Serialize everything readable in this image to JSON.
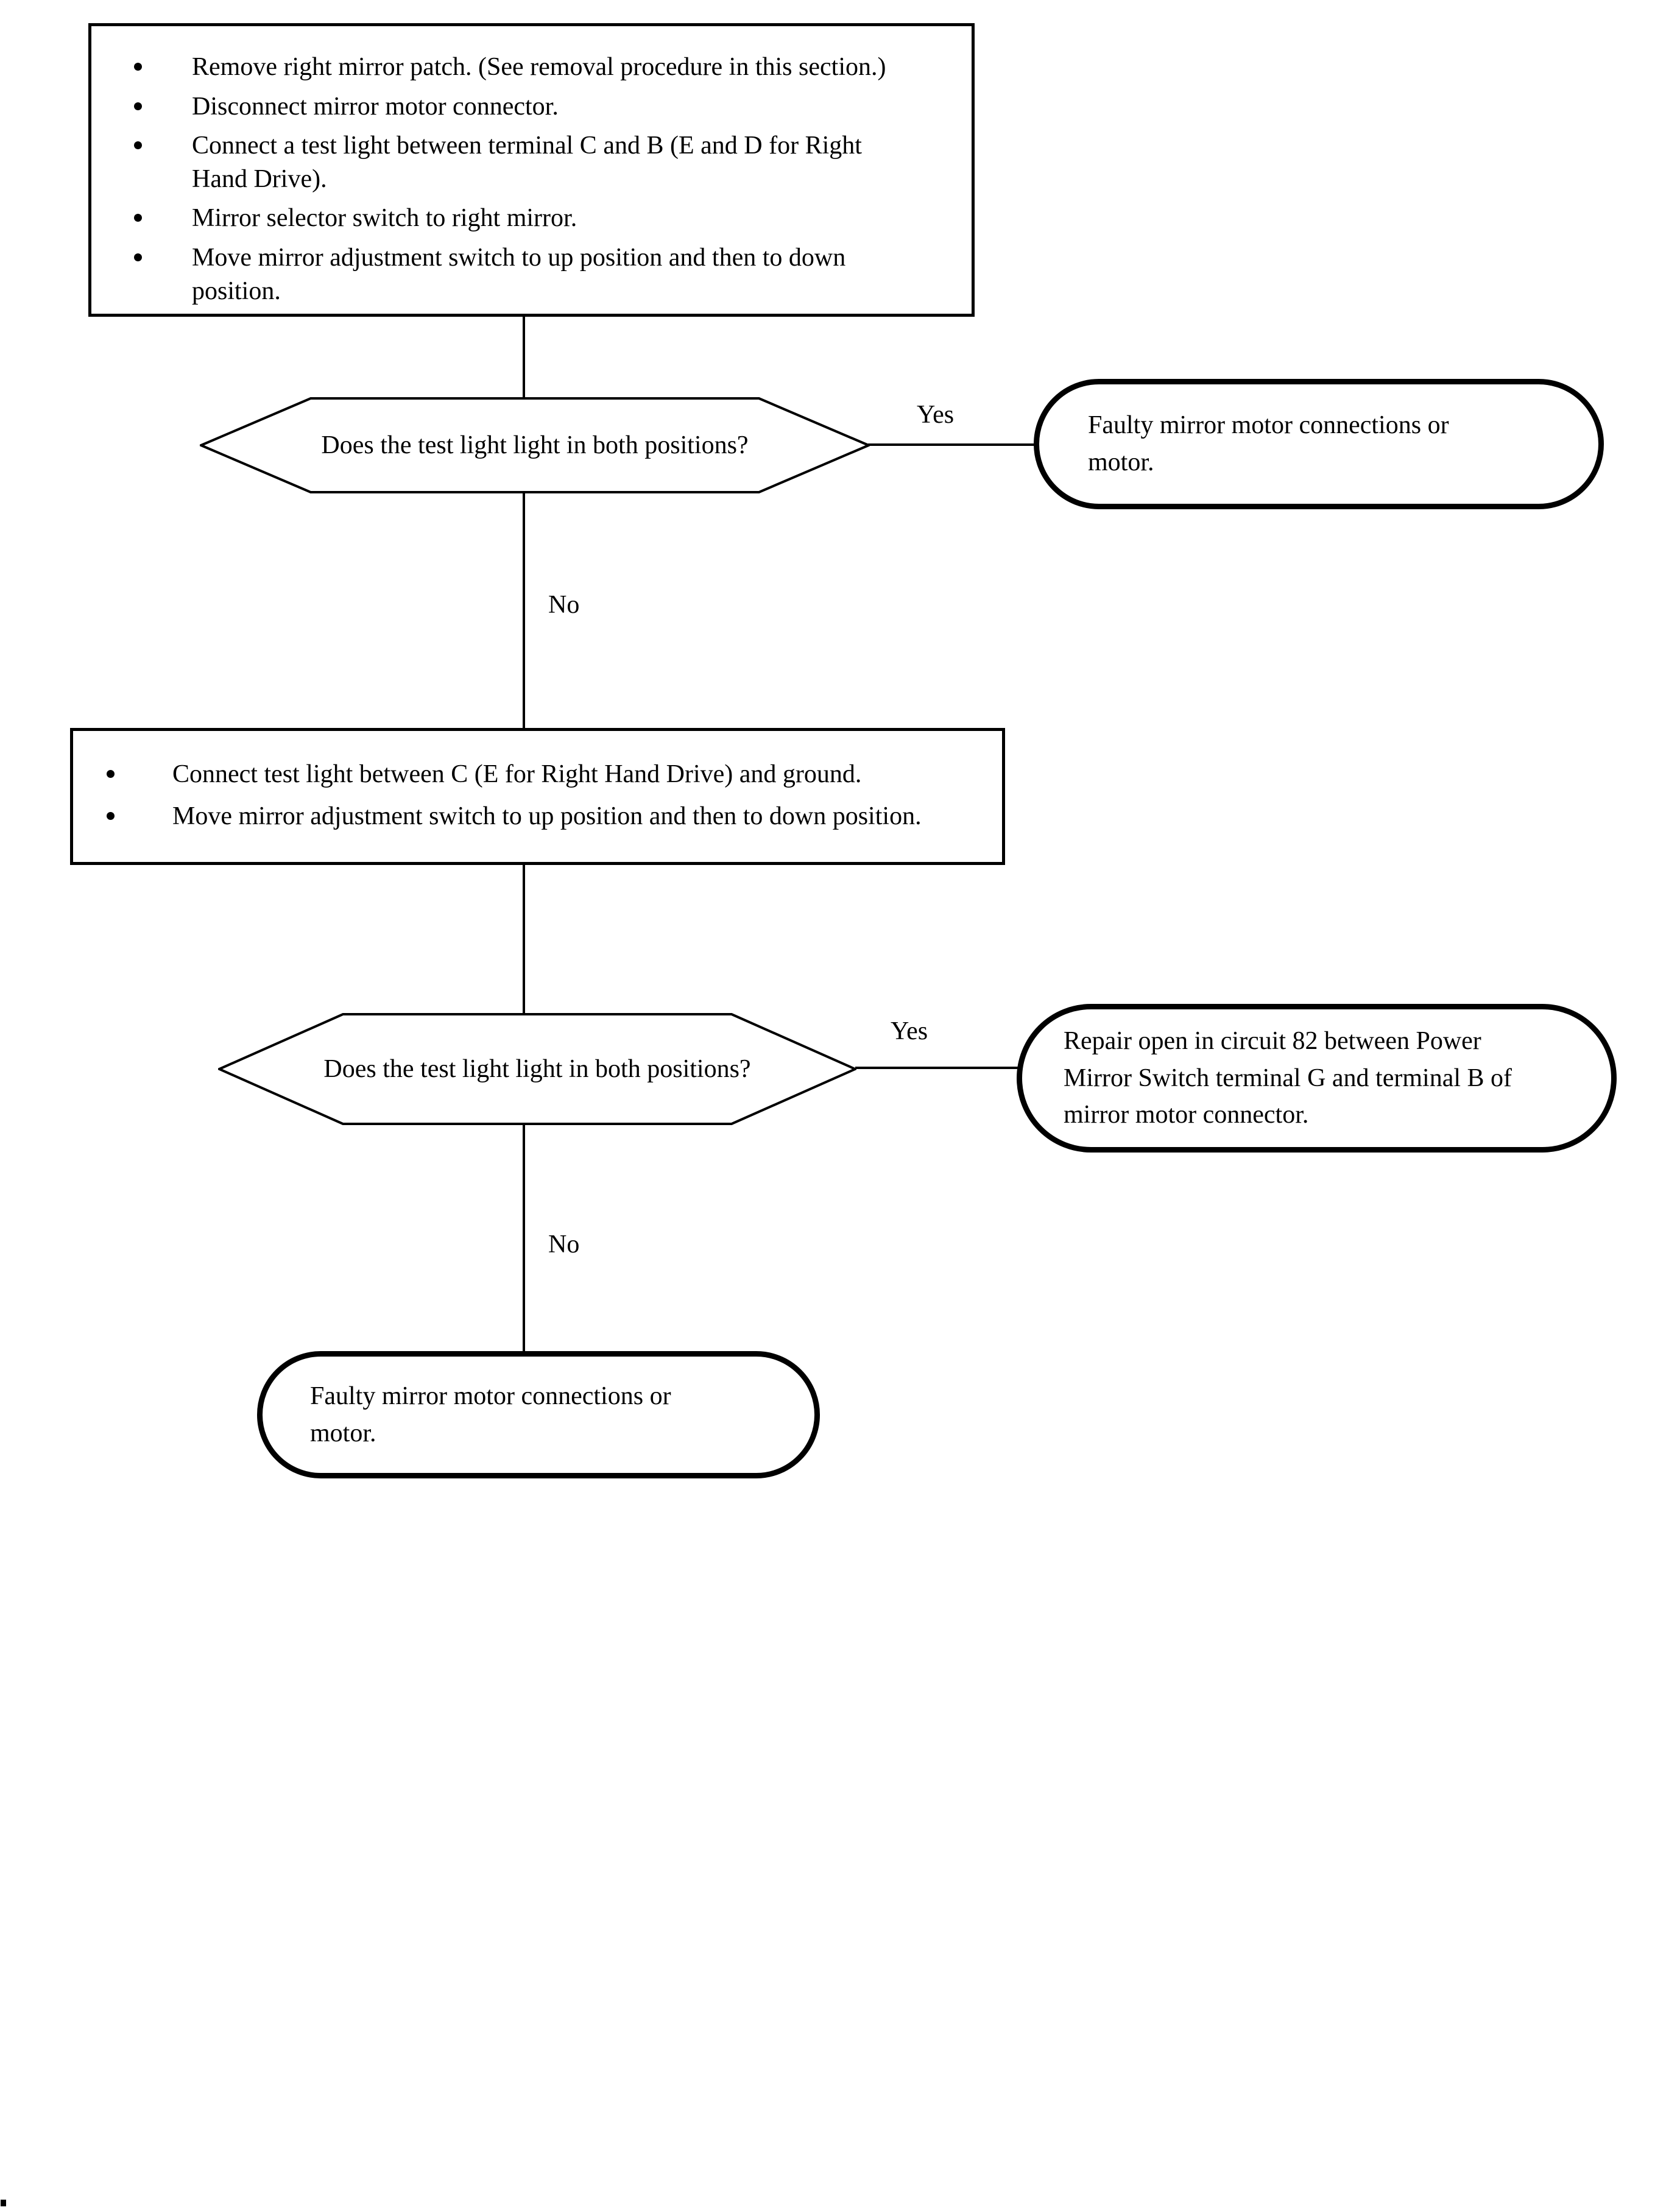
{
  "procedure_box_1": {
    "bullets": [
      "Remove right mirror patch. (See removal procedure in this section.)",
      "Disconnect mirror motor connector.",
      "Connect a test light between terminal C and B (E and D for Right Hand Drive).",
      "Mirror selector switch to right mirror.",
      "Move mirror adjustment switch to up position and then to down position."
    ]
  },
  "decision_1": {
    "question": "Does the test light light in both positions?",
    "yes_label": "Yes",
    "no_label": "No"
  },
  "result_yes_1": {
    "text": "Faulty mirror motor connections or motor."
  },
  "procedure_box_2": {
    "bullets": [
      "Connect test light between C (E for Right Hand Drive) and ground.",
      "Move mirror adjustment switch to up position and then to down position."
    ]
  },
  "decision_2": {
    "question": "Does the test light light in both positions?",
    "yes_label": "Yes",
    "no_label": "No"
  },
  "result_yes_2": {
    "text": "Repair open in circuit 82 between Power Mirror Switch terminal G and terminal B of mirror motor connector."
  },
  "result_no_2": {
    "text": "Faulty mirror motor connections or motor."
  },
  "colors": {
    "ink": "#000000",
    "background": "#ffffff"
  }
}
